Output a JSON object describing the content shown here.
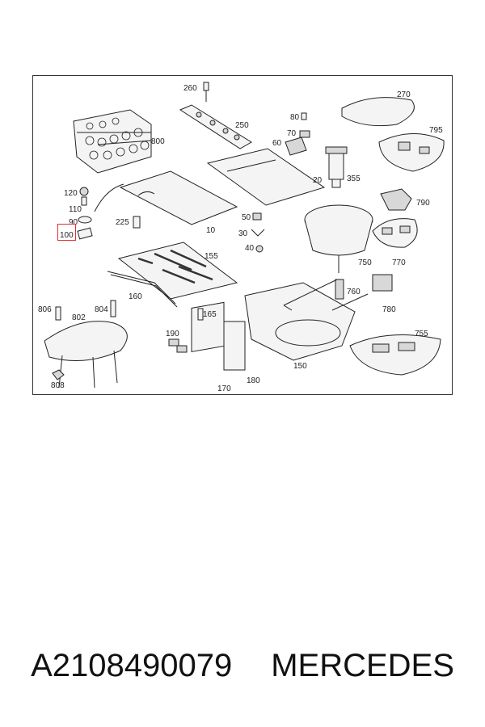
{
  "diagram": {
    "labels": {
      "l260": "260",
      "l250": "250",
      "l270": "270",
      "l800": "800",
      "l80": "80",
      "l70": "70",
      "l60": "60",
      "l795": "795",
      "l355": "355",
      "l20": "20",
      "l120": "120",
      "l110": "110",
      "l90": "90",
      "l100": "100",
      "l225": "225",
      "l10": "10",
      "l50": "50",
      "l30": "30",
      "l40": "40",
      "l790": "790",
      "l750": "750",
      "l770": "770",
      "l155": "155",
      "l160": "160",
      "l760": "760",
      "l806": "806",
      "l802": "802",
      "l804": "804",
      "l165": "165",
      "l780": "780",
      "l190": "190",
      "l755": "755",
      "l150": "150",
      "l180": "180",
      "l170": "170",
      "l808": "808"
    },
    "highlighted_label": "100",
    "highlight_color": "#e03030"
  },
  "caption": {
    "part_number": "A2108490079",
    "brand": "MERCEDES"
  }
}
